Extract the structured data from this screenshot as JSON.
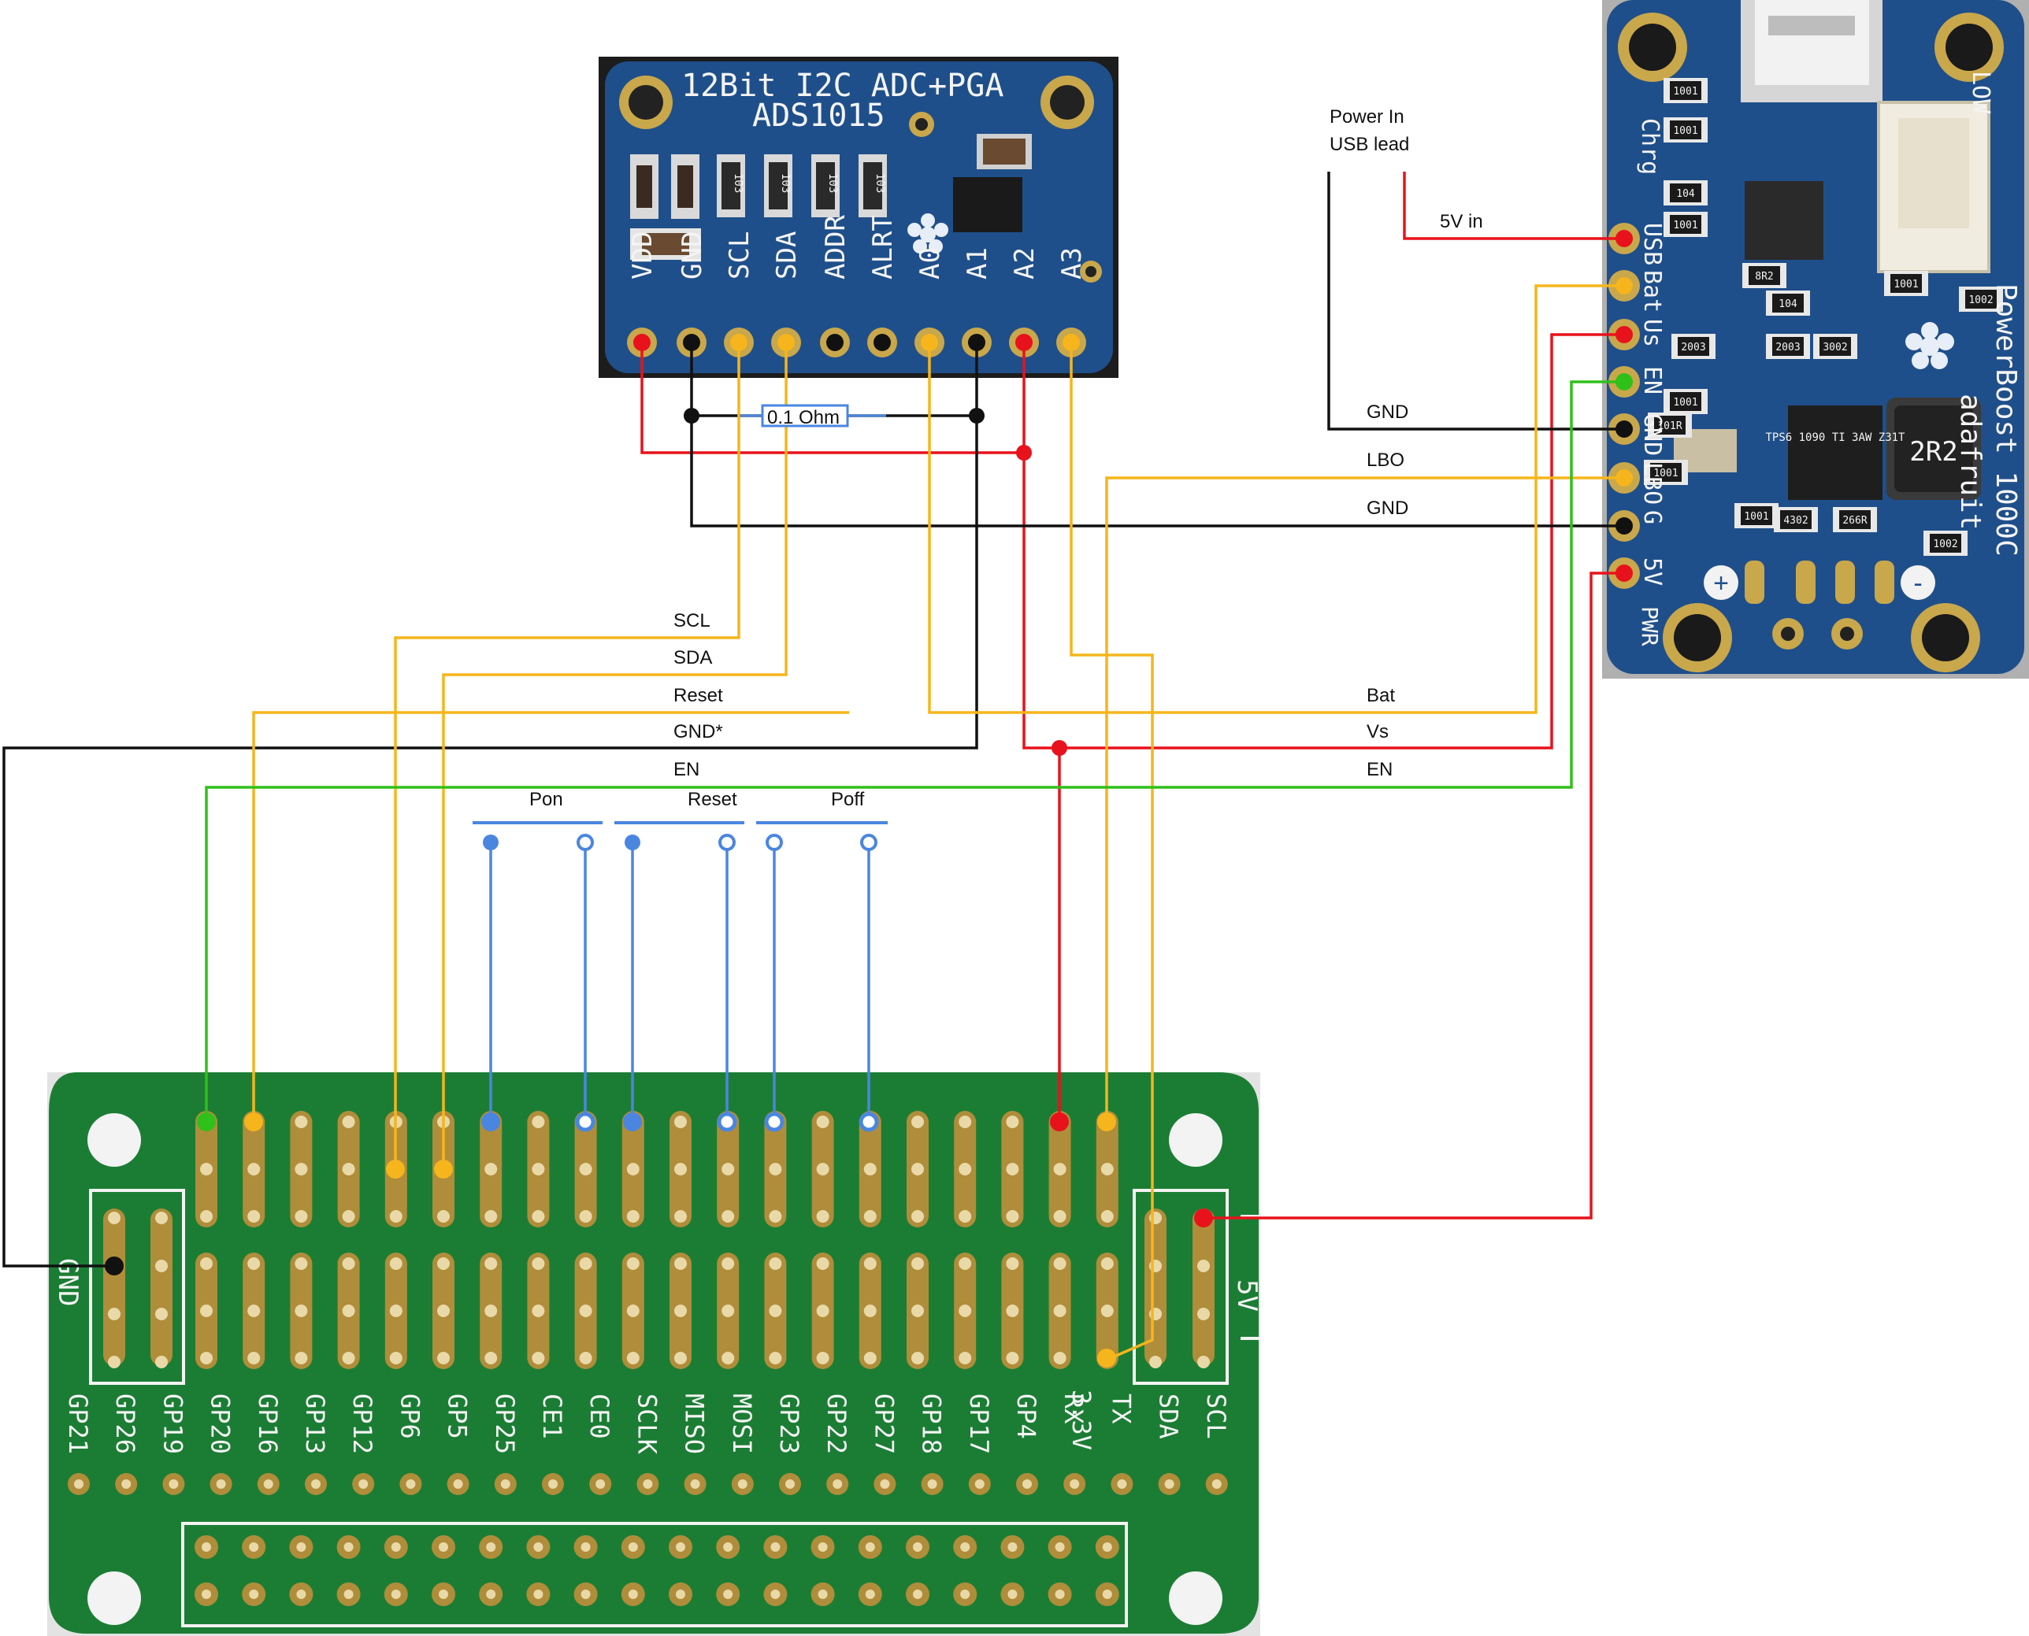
{
  "colors": {
    "red": "#e8121c",
    "black": "#111111",
    "orange": "#f6b51c",
    "green": "#30c01a",
    "blue": "#4a86e0",
    "pcb_green": "#1b7d34",
    "pcb_blue": "#1f4f8a",
    "pad_gold": "#b08d3a"
  },
  "adc": {
    "title": "12Bit I2C ADC+PGA",
    "part": "ADS1015",
    "pins": [
      "VDD",
      "GND",
      "SCL",
      "SDA",
      "ADDR",
      "ALRT",
      "A0",
      "A1",
      "A2",
      "A3"
    ],
    "resistors": [
      "103",
      "103",
      "103",
      "103"
    ]
  },
  "resistor_label": "0.1 Ohm",
  "power_in": {
    "line1": "Power In",
    "line2": "USB lead",
    "wire": "5V in"
  },
  "powerboost": {
    "name_line1": "PowerBoost 1000C",
    "name_line2": "adafruit",
    "pins": [
      "USB",
      "Bat",
      "Us",
      "EN",
      "GND",
      "LBO",
      "G",
      "5V"
    ],
    "chg": "Chrg",
    "lo": "LOW",
    "pwr": "PWR",
    "parts": [
      "1001",
      "1001",
      "104",
      "1001",
      "8R2",
      "1001",
      "104",
      "2003",
      "1001",
      "1001",
      "4302",
      "266R",
      "1002",
      "2003",
      "1001",
      "101R",
      "3002",
      "1002"
    ],
    "chip": "TPS6 1090 TI 3AW Z31T",
    "inductor": "2R2"
  },
  "wire_labels": {
    "scl": "SCL",
    "sda": "SDA",
    "reset": "Reset",
    "gnd_star": "GND*",
    "en": "EN",
    "bat": "Bat",
    "vs": "Vs",
    "en_right": "EN",
    "gnd1": "GND",
    "lbo": "LBO",
    "gnd2": "GND"
  },
  "buttons": [
    "Pon",
    "Reset",
    "Poff"
  ],
  "pi": {
    "labels": [
      "GP21",
      "GP26",
      "GP19",
      "GP20",
      "GP16",
      "GP13",
      "GP12",
      "GP6",
      "GP5",
      "GP25",
      "CE1",
      "CE0",
      "SCLK",
      "MISO",
      "MOSI",
      "GP23",
      "GP22",
      "GP27",
      "GP18",
      "GP17",
      "GP4",
      "RX",
      "TX",
      "SDA",
      "SCL"
    ],
    "v33": "3.3V",
    "gnd": "GND",
    "v5": "5V"
  }
}
